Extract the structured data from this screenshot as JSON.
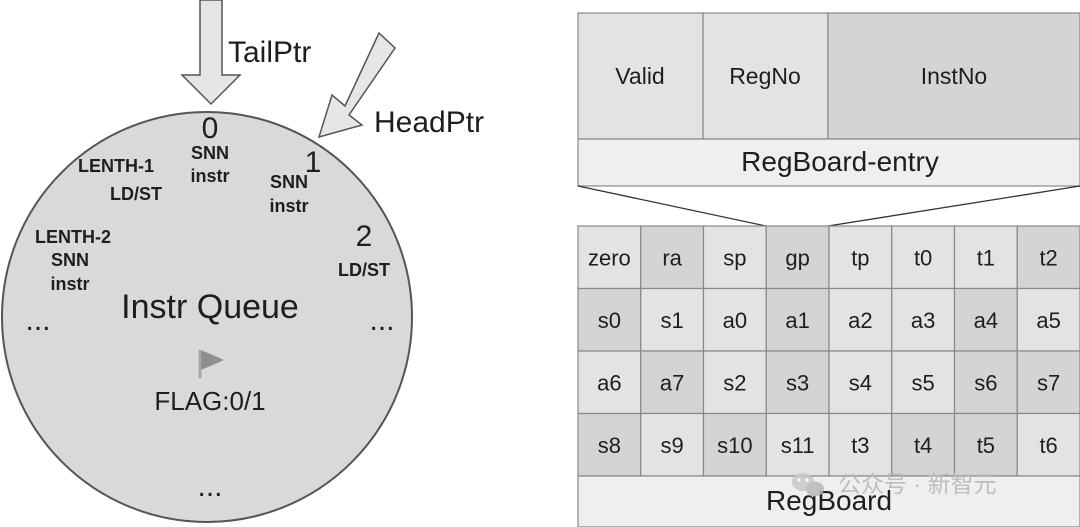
{
  "queue": {
    "title": "Instr Queue",
    "tail_ptr": "TailPtr",
    "head_ptr": "HeadPtr",
    "flag": "FLAG:0/1",
    "ellipsis": "...",
    "slots": [
      {
        "index": "0",
        "lines": [
          "SNN",
          "instr"
        ]
      },
      {
        "index": "1",
        "lines": [
          "SNN",
          "instr"
        ]
      },
      {
        "index": "2",
        "lines": [
          "LD/ST"
        ]
      },
      {
        "index": "LENTH-1",
        "lines": [
          "LD/ST"
        ]
      },
      {
        "index": "LENTH-2",
        "lines": [
          "SNN",
          "instr"
        ]
      }
    ]
  },
  "regboard_entry": {
    "fields": [
      "Valid",
      "RegNo",
      "InstNo"
    ],
    "label": "RegBoard-entry"
  },
  "regboard": {
    "label": "RegBoard",
    "rows": [
      [
        "zero",
        "ra",
        "sp",
        "gp",
        "tp",
        "t0",
        "t1",
        "t2"
      ],
      [
        "s0",
        "s1",
        "a0",
        "a1",
        "a2",
        "a3",
        "a4",
        "a5"
      ],
      [
        "a6",
        "a7",
        "s2",
        "s3",
        "s4",
        "s5",
        "s6",
        "s7"
      ],
      [
        "s8",
        "s9",
        "s10",
        "s11",
        "t3",
        "t4",
        "t5",
        "t6"
      ]
    ]
  },
  "watermark": "公众号 · 新智元",
  "colors": {
    "circle_fill": "#d9d9d9",
    "cell_light": "#e3e3e3",
    "cell_dark": "#d4d4d4",
    "label_bar": "#efefef",
    "arrow_fill": "#e6e6e6"
  }
}
